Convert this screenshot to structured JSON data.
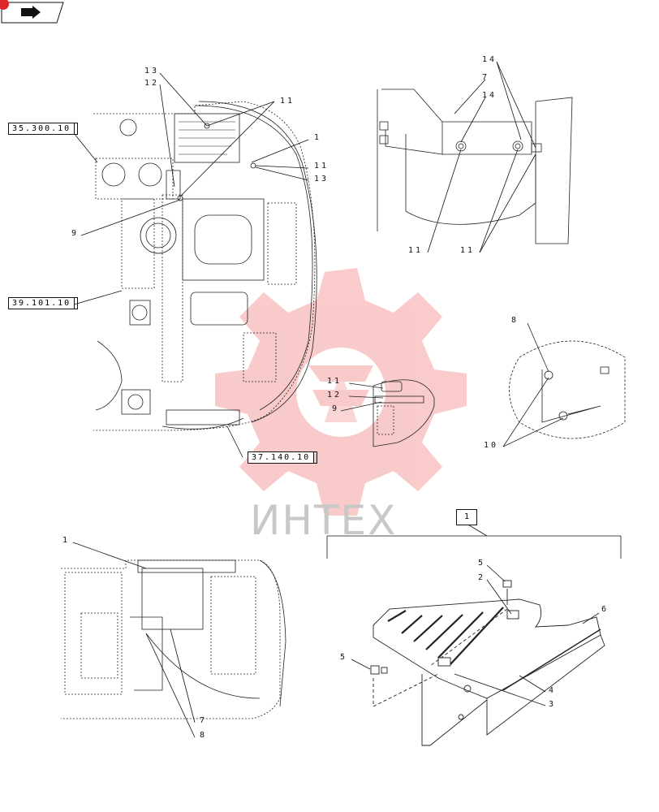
{
  "watermark": "ИНТЕХ",
  "references": {
    "ref_a": "35.300.10",
    "ref_b": "39.101.10",
    "ref_c": "37.140.10"
  },
  "top_left_view": {
    "callouts": {
      "c13a": "13",
      "c12": "12",
      "c11a": "11",
      "c1": "1",
      "c11b": "11",
      "c13b": "13",
      "c9": "9"
    }
  },
  "top_right_view": {
    "callouts": {
      "c14a": "14",
      "c7": "7",
      "c14b": "14",
      "c11a": "11",
      "c11b": "11"
    }
  },
  "detail_view_small": {
    "callouts": {
      "c11": "11",
      "c12": "12",
      "c9": "9"
    }
  },
  "detail_view_right": {
    "callouts": {
      "c8": "8",
      "c10": "10"
    }
  },
  "bottom_left_view": {
    "callouts": {
      "c1": "1",
      "c7": "7",
      "c8": "8"
    }
  },
  "bottom_right_view": {
    "assembly_label": "1",
    "callouts": {
      "c5a": "5",
      "c2": "2",
      "c6": "6",
      "c5b": "5",
      "c4": "4",
      "c3": "3"
    }
  },
  "colors": {
    "watermark_red": "#f08080",
    "line": "#111111",
    "accent": "#e0262b"
  },
  "icons": {
    "badge": "book-arrow-icon"
  }
}
